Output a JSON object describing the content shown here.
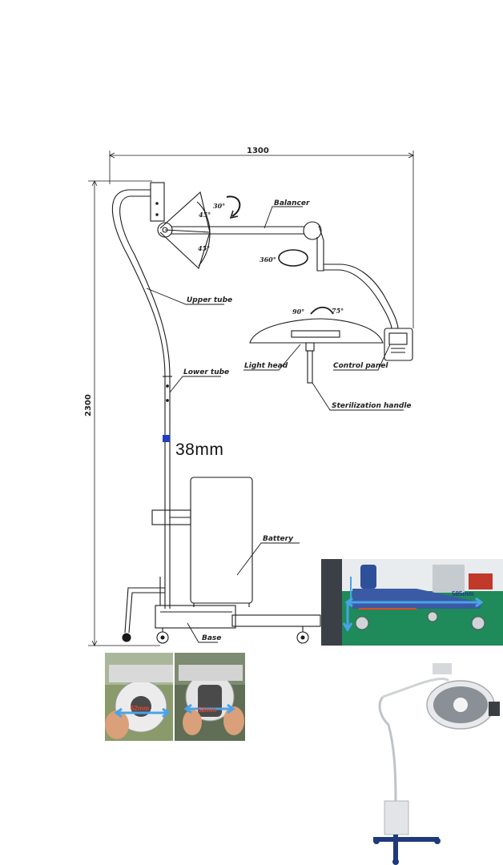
{
  "dimensions": {
    "width": "1300",
    "height": "2300",
    "tube_diameter": "38mm"
  },
  "labels": {
    "balancer": "Balancer",
    "upper_tube": "Upper tube",
    "lower_tube": "Lower tube",
    "light_head": "Light head",
    "control_panel": "Control panel",
    "sterilization_handle": "Sterilization handle",
    "battery": "Battery",
    "base": "Base"
  },
  "angles": {
    "a30": "30°",
    "a45_top": "45°",
    "a45_bottom": "45°",
    "a360": "360°",
    "a90": "90°",
    "a75": "75°"
  },
  "photos": {
    "base_measure": "585mm",
    "wheel_left_measure": "52mm",
    "wheel_right_measure": "52mm"
  },
  "colors": {
    "line": "#1a1a1a",
    "tube_marker": "#1f3fbf",
    "floor_green": "#1f8a5a",
    "arrow_blue": "#4aa3e8",
    "measure_red": "#e8452a",
    "base_navy": "#1f3a7a"
  }
}
